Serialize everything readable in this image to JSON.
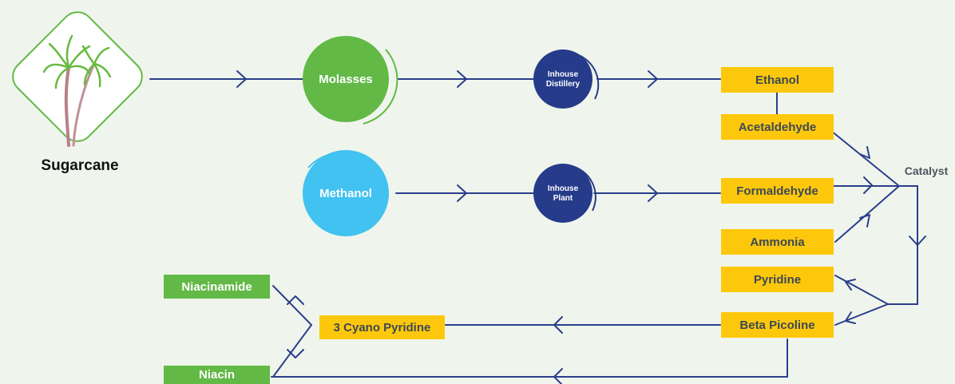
{
  "nodes": {
    "source": "Sugarcane",
    "molasses": "Molasses",
    "methanol": "Methanol",
    "distillery": "Inhouse Distillery",
    "plant": "Inhouse Plant",
    "ethanol": "Ethanol",
    "acetaldehyde": "Acetaldehyde",
    "formaldehyde": "Formaldehyde",
    "ammonia": "Ammonia",
    "pyridine": "Pyridine",
    "beta_picoline": "Beta Picoline",
    "cyano_pyridine": "3 Cyano Pyridine",
    "niacinamide": "Niacinamide",
    "niacin": "Niacin",
    "catalyst": "Catalyst"
  },
  "colors": {
    "line": "#2b3e8c",
    "yellow_box": "#fdc80b",
    "green": "#62b946",
    "blue": "#41c2f0",
    "navy": "#263b8a",
    "text": "#3d4856"
  },
  "icons": {
    "sugarcane": "sugarcane-plant-icon"
  }
}
